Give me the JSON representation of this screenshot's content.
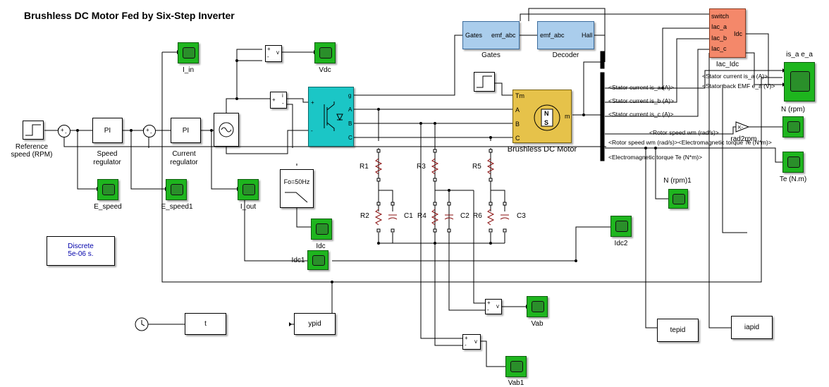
{
  "title": "Brushless DC Motor Fed by Six-Step Inverter",
  "labels": {
    "ref_speed": "Reference\nspeed (RPM)",
    "speed_reg": "Speed\nregulator",
    "current_reg": "Current\nregulator",
    "pi": "PI",
    "i_in": "I_in",
    "vdc": "Vdc",
    "e_speed": "E_speed",
    "e_speed1": "E_speed1",
    "i_out": "I_out",
    "idc": "Idc",
    "idc1": "Idc1",
    "idc2": "Idc2",
    "filter": "Fo=50Hz",
    "gates_block": "Gates",
    "gates_in": "Gates",
    "emf_abc": "emf_abc",
    "decoder": "Decoder",
    "hall": "Hall",
    "iac_idc": "Iac_Idc",
    "port_switch": "switch",
    "port_iac_a": "Iac_a",
    "port_iac_b": "Iac_b",
    "port_iac_c": "Iac_c",
    "port_idc": "Idc",
    "bldc": "Brushless DC Motor",
    "tm": "Tm",
    "port_a": "A",
    "port_b": "B",
    "port_c": "C",
    "port_m": "m",
    "port_g": "g",
    "n": "N",
    "s": "S",
    "r1": "R1",
    "r2": "R2",
    "r3": "R3",
    "r4": "R4",
    "r5": "R5",
    "r6": "R6",
    "c1": "C1",
    "c2": "C2",
    "c3": "C3",
    "is_a_e_a": "is_a e_a",
    "n_rpm": "N (rpm)",
    "n_rpm1": "N (rpm)1",
    "rad2rpm": "rad2rpm",
    "te": "Te (N.m)",
    "vab": "Vab",
    "vab1": "Vab1",
    "t": "t",
    "ypid": "ypid",
    "tepid": "tepid",
    "iapid": "iapid",
    "discrete": "Discrete",
    "discrete_ts": "5e-06 s.",
    "v": "v",
    "i": "i",
    "plus": "+",
    "minus": "-"
  },
  "signals": {
    "is_a": "<Stator current is_a (A)>",
    "is_b": "<Stator current is_b (A)>",
    "is_c": "<Stator current is_c (A)>",
    "rotor_speed": "<Rotor speed wm (rad/s)>",
    "overlap": "<Rotor speed wm (rad/s)><Electromagnetic torque Te (N*m)>",
    "te": "<Electromagnetic torque Te (N*m)>",
    "stator_a": "<Stator current is_a (A)>",
    "bemf_a": "<Stator back EMF e_a (V)>"
  },
  "colors": {
    "inverter": "#1bc6c6",
    "gates_decoder": "#aacdec",
    "iac_idc": "#f4886a",
    "motor": "#e6c24a",
    "scope": "#1eb51e",
    "discrete_text": "#0000aa"
  }
}
